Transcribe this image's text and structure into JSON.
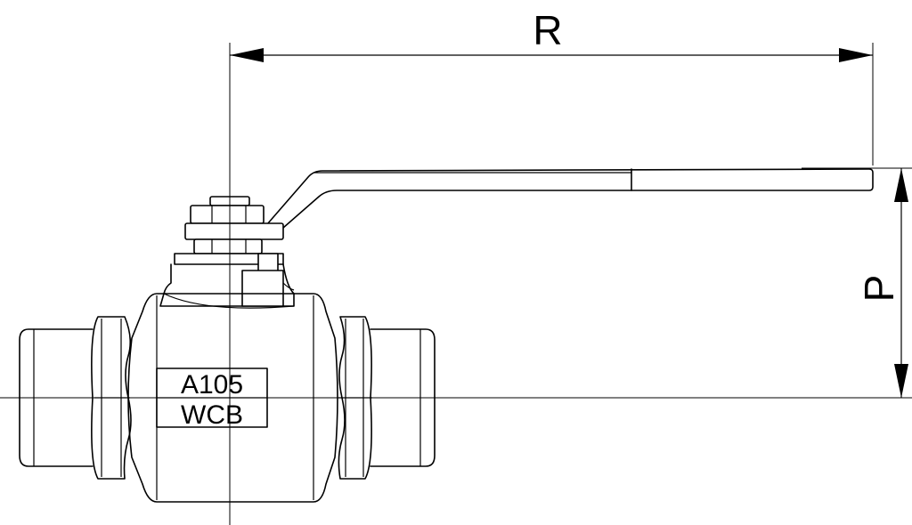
{
  "dimensions": {
    "horizontal_label": "R",
    "vertical_label": "P"
  },
  "body_marking": {
    "line1": "A105",
    "line2": "WCB"
  }
}
